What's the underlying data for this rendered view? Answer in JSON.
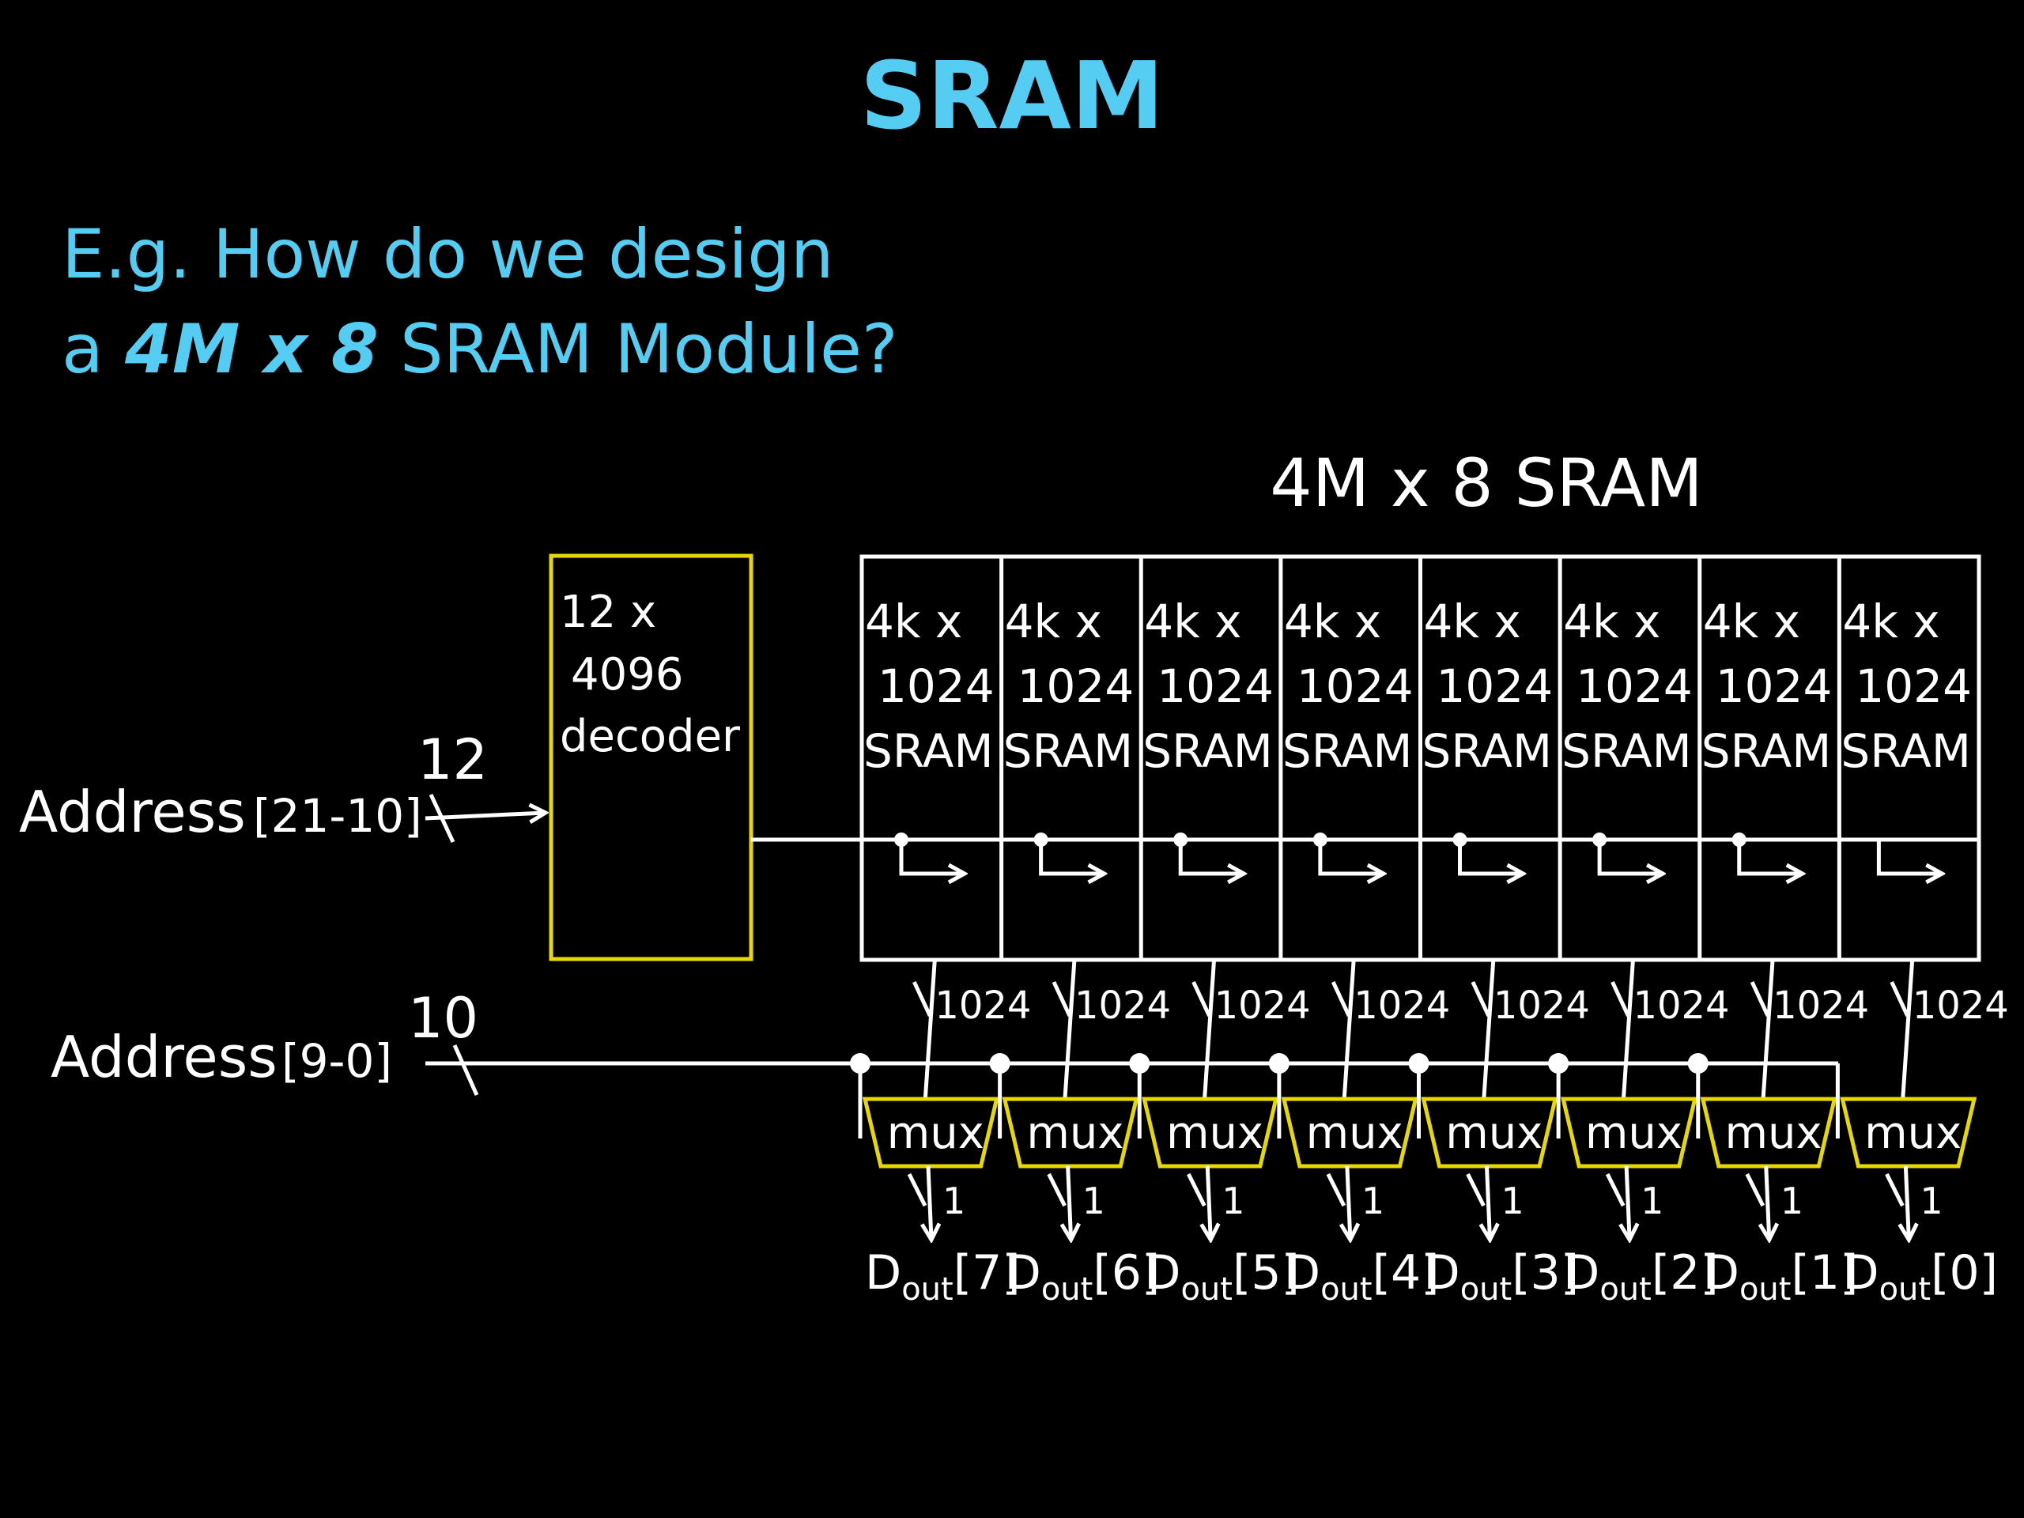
{
  "title": "SRAM",
  "question": {
    "line1": "E.g. How do we design",
    "line2_prefix": "a ",
    "line2_emph": "4M x 8",
    "line2_suffix": " SRAM Module?"
  },
  "diagram": {
    "module_label": "4M x 8 SRAM",
    "decoder": {
      "line1": "12 x",
      "line2": "4096",
      "line3": "decoder"
    },
    "address_high": {
      "name": "Address",
      "range": "[21-10]",
      "width": "12"
    },
    "address_low": {
      "name": "Address",
      "range": "[9-0]",
      "width": "10"
    },
    "bank": {
      "line1": "4k x",
      "line2": "1024",
      "line3": "SRAM"
    },
    "bank_count": 8,
    "bus_width": "1024",
    "mux_label": "mux",
    "out_width": "1",
    "output_prefix": "D",
    "output_sub": "out",
    "outputs": [
      "[7]",
      "[6]",
      "[5]",
      "[4]",
      "[3]",
      "[2]",
      "[1]",
      "[0]"
    ]
  },
  "colors": {
    "title": "#55ccf2",
    "decoder_mux": "#e6d800",
    "wire": "#ffffff",
    "background": "#000000"
  }
}
